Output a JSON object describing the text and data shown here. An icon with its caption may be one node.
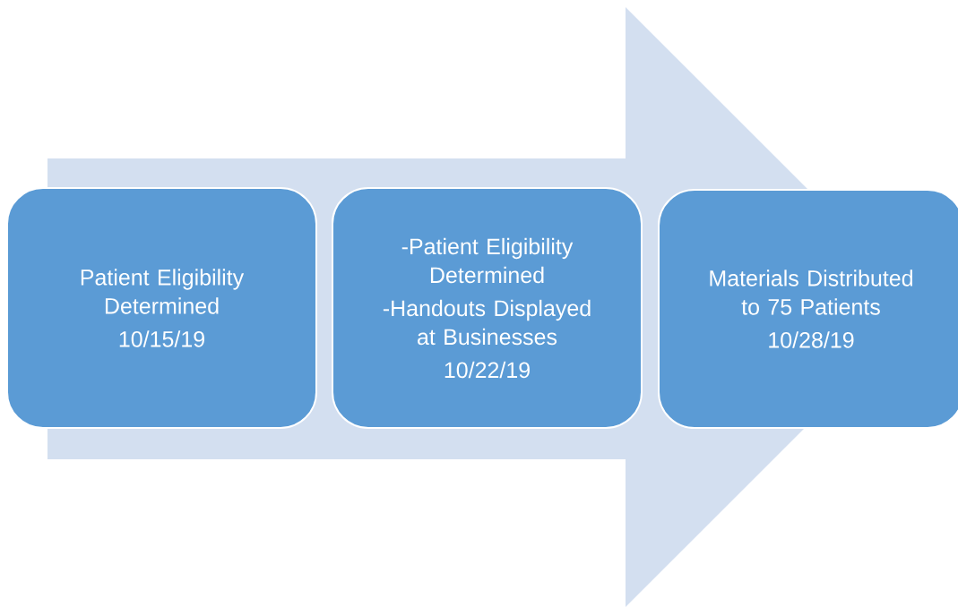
{
  "diagram": {
    "nodes": [
      {
        "text": [
          "Patient Eligibility Determined",
          "10/15/19"
        ]
      },
      {
        "text": [
          "-Patient Eligibility Determined",
          "-Handouts Displayed at Businesses",
          "10/22/19"
        ]
      },
      {
        "text": [
          "Materials Distributed to 75 Patients",
          "10/28/19"
        ]
      }
    ],
    "edges": [
      {
        "from": 0,
        "to": 2,
        "arrow": "to"
      }
    ]
  }
}
